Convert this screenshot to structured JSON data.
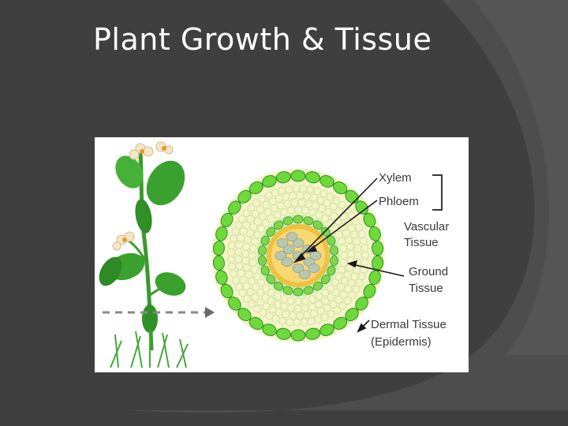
{
  "slide": {
    "title": "Plant Growth & Tissue"
  },
  "diagram": {
    "labels": {
      "xylem": "Xylem",
      "phloem": "Phloem",
      "vascular_line1": "Vascular",
      "vascular_line2": "Tissue",
      "ground_line1": "Ground",
      "ground_line2": "Tissue",
      "dermal_line1": "Dermal Tissue",
      "dermal_line2": "(Epidermis)"
    },
    "colors": {
      "slide_background": "#3f3f3f",
      "swoosh": "#4d4d4d",
      "epidermis_green": "#6ed93a",
      "ground_tissue": "#f2f5c8",
      "phloem_yellow": "#f0c040",
      "xylem_gray": "#b8c8b0",
      "plant_green": "#3aa12e"
    }
  }
}
